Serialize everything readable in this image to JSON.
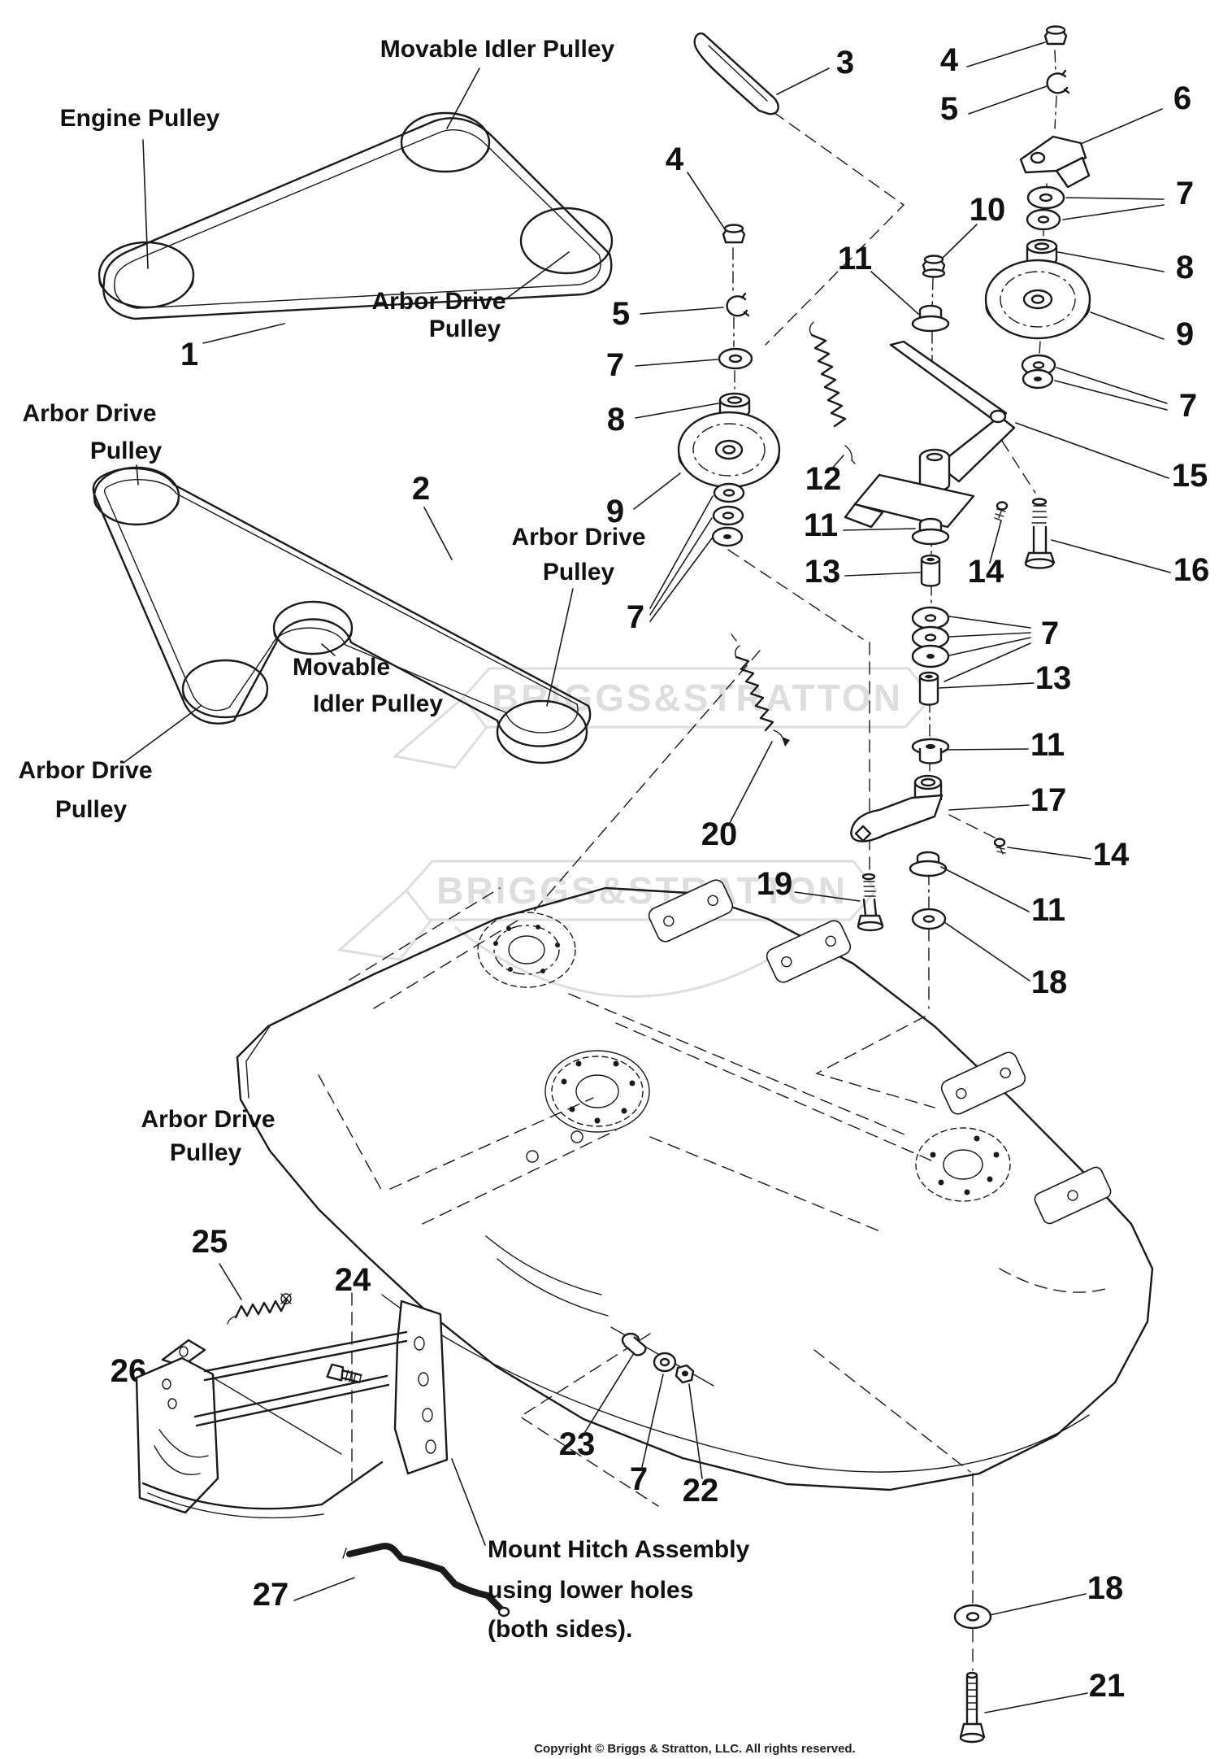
{
  "watermark": {
    "text": "BRIGGS&STRATTON"
  },
  "copyright": "Copyright © Briggs & Stratton, LLC. All rights reserved.",
  "labels": {
    "engine_pulley": "Engine Pulley",
    "movable_idler_pulley": "Movable Idler Pulley",
    "arbor_drive": "Arbor Drive",
    "pulley": "Pulley",
    "movable": "Movable",
    "idler_pulley": "Idler Pulley",
    "note_line1": "Mount Hitch Assembly",
    "note_line2": "using lower holes",
    "note_line3": "(both sides)."
  },
  "parts": {
    "1": "1",
    "2": "2",
    "3": "3",
    "4": "4",
    "5": "5",
    "6": "6",
    "7": "7",
    "8": "8",
    "9": "9",
    "10": "10",
    "11": "11",
    "12": "12",
    "13": "13",
    "14": "14",
    "15": "15",
    "16": "16",
    "17": "17",
    "18": "18",
    "19": "19",
    "20": "20",
    "21": "21",
    "22": "22",
    "23": "23",
    "24": "24",
    "25": "25",
    "26": "26",
    "27": "27"
  }
}
